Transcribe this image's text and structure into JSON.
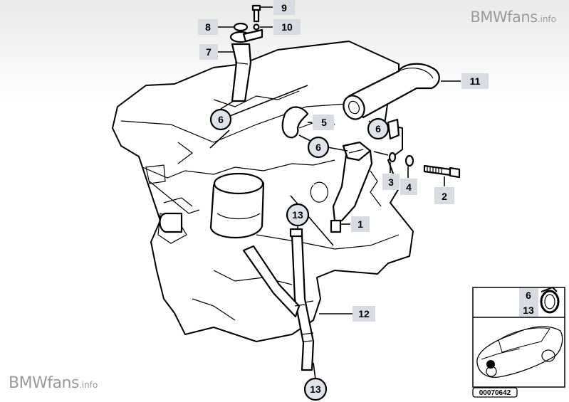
{
  "watermark": {
    "brand": "BMW",
    "site": "fans",
    "tld": ".info"
  },
  "callouts": {
    "c1": "1",
    "c2": "2",
    "c3": "3",
    "c4": "4",
    "c5": "5",
    "c6a": "6",
    "c6b": "6",
    "c6c": "6",
    "c7": "7",
    "c8": "8",
    "c9": "9",
    "c10": "10",
    "c11": "11",
    "c12": "12",
    "c13a": "13",
    "c13b": "13"
  },
  "inset": {
    "label_top": "6",
    "label_bottom": "13"
  },
  "diagram_id": "00070642"
}
